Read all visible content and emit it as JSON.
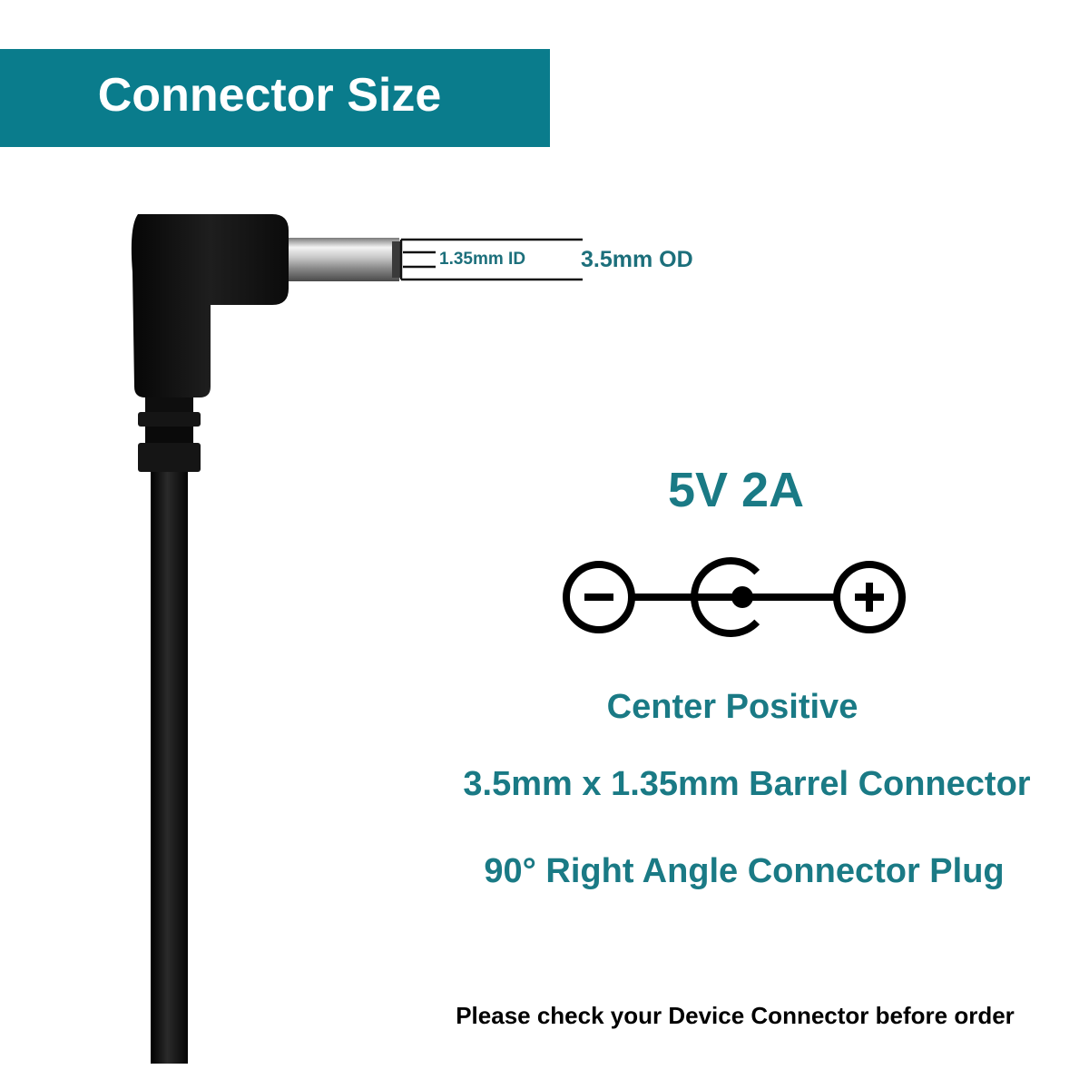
{
  "header": {
    "title": "Connector Size"
  },
  "dimensions": {
    "inner_label": "1.35mm ID",
    "outer_label": "3.5mm OD"
  },
  "rating": "5V 2A",
  "polarity": {
    "negative_symbol": "−",
    "positive_symbol": "+",
    "icon": "center-positive-polarity-icon"
  },
  "specs": [
    "Center Positive",
    "3.5mm x 1.35mm Barrel Connector",
    "90° Right  Angle Connector Plug"
  ],
  "notice": "Please check your Device Connector before order",
  "colors": {
    "banner": "#0a7c8c",
    "accent_text": "#1a7a85",
    "cable": "#121212"
  }
}
